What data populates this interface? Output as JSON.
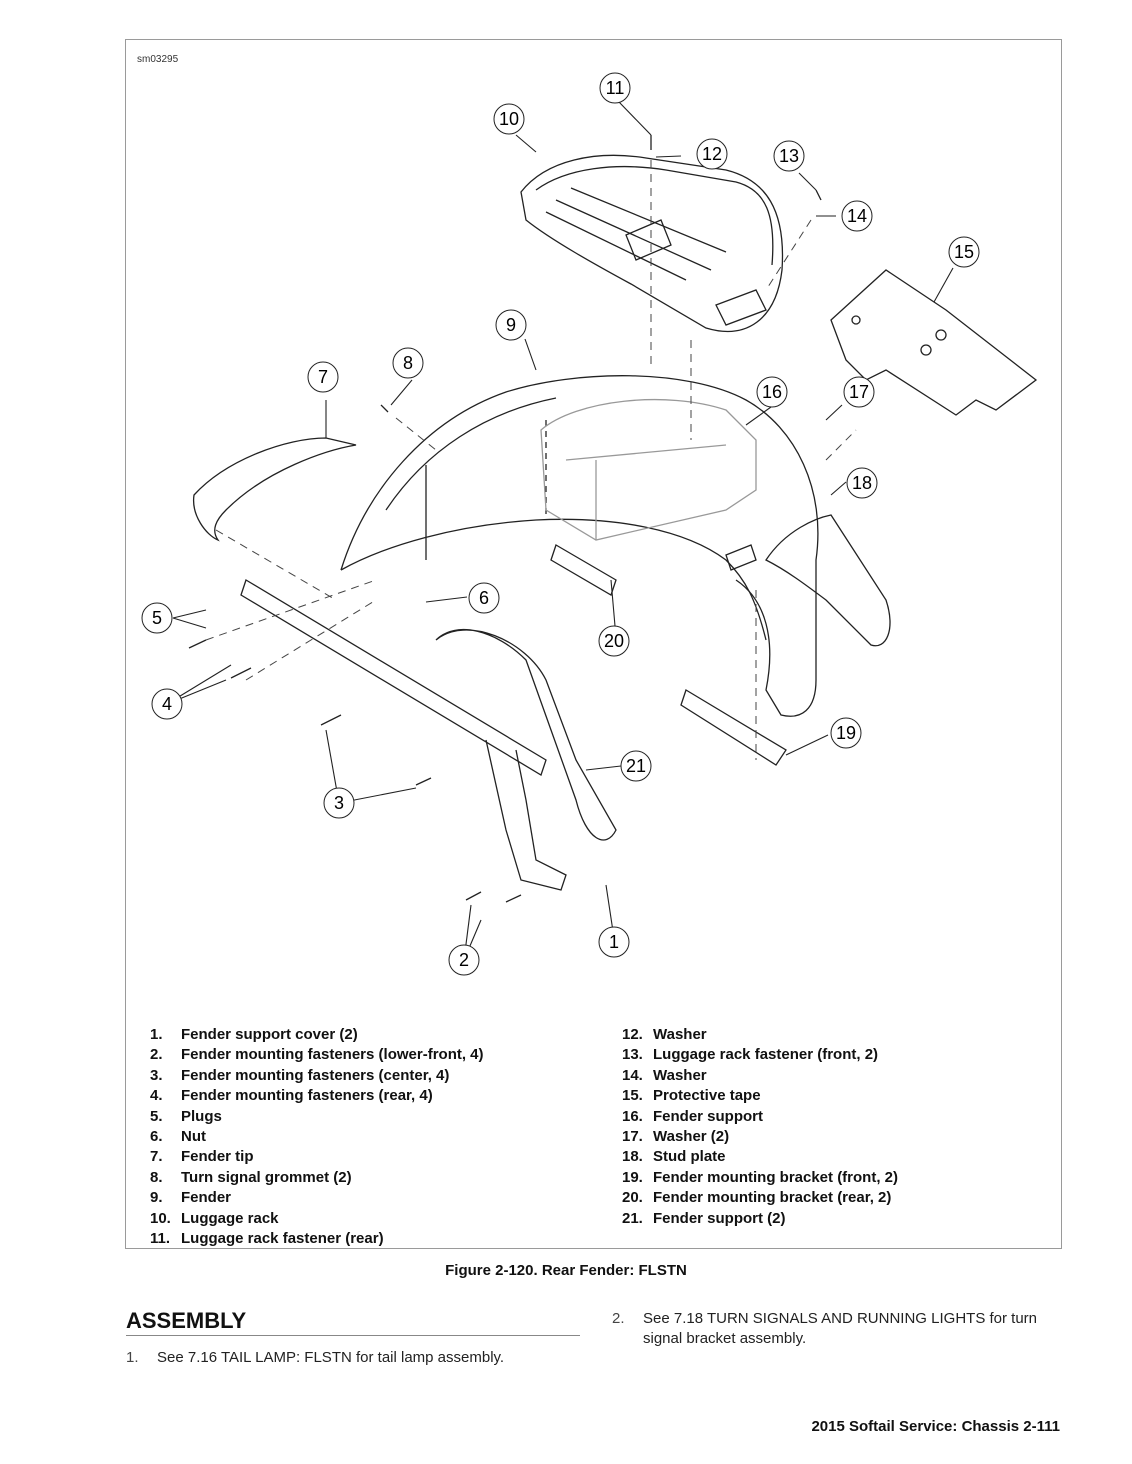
{
  "figure": {
    "id": "sm03295",
    "caption": "Figure 2-120. Rear Fender: FLSTN",
    "callouts": [
      "1",
      "2",
      "3",
      "4",
      "5",
      "6",
      "7",
      "8",
      "9",
      "10",
      "11",
      "12",
      "13",
      "14",
      "15",
      "16",
      "17",
      "18",
      "19",
      "20",
      "21"
    ]
  },
  "legend": {
    "left": [
      {
        "num": "1.",
        "text": "Fender support cover (2)"
      },
      {
        "num": "2.",
        "text": "Fender mounting fasteners (lower-front, 4)"
      },
      {
        "num": "3.",
        "text": "Fender mounting fasteners (center, 4)"
      },
      {
        "num": "4.",
        "text": "Fender mounting fasteners (rear, 4)"
      },
      {
        "num": "5.",
        "text": "Plugs"
      },
      {
        "num": "6.",
        "text": "Nut"
      },
      {
        "num": "7.",
        "text": "Fender tip"
      },
      {
        "num": "8.",
        "text": "Turn signal grommet (2)"
      },
      {
        "num": "9.",
        "text": "Fender"
      },
      {
        "num": "10.",
        "text": "Luggage rack"
      },
      {
        "num": "11.",
        "text": "Luggage rack fastener (rear)"
      }
    ],
    "right": [
      {
        "num": "12.",
        "text": "Washer"
      },
      {
        "num": "13.",
        "text": "Luggage rack fastener (front, 2)"
      },
      {
        "num": "14.",
        "text": "Washer"
      },
      {
        "num": "15.",
        "text": "Protective tape"
      },
      {
        "num": "16.",
        "text": "Fender support"
      },
      {
        "num": "17.",
        "text": "Washer (2)"
      },
      {
        "num": "18.",
        "text": "Stud plate"
      },
      {
        "num": "19.",
        "text": "Fender mounting bracket (front, 2)"
      },
      {
        "num": "20.",
        "text": "Fender mounting bracket (rear, 2)"
      },
      {
        "num": "21.",
        "text": "Fender support (2)"
      }
    ]
  },
  "assembly": {
    "heading": "ASSEMBLY",
    "steps": [
      {
        "num": "1.",
        "text": "See 7.16 TAIL LAMP: FLSTN for tail lamp assembly."
      },
      {
        "num": "2.",
        "text": "See 7.18 TURN SIGNALS AND RUNNING LIGHTS for turn signal bracket assembly."
      }
    ]
  },
  "footer": {
    "manual": "2015 Softail Service:",
    "chapter": "Chassis",
    "page": "2-111"
  }
}
